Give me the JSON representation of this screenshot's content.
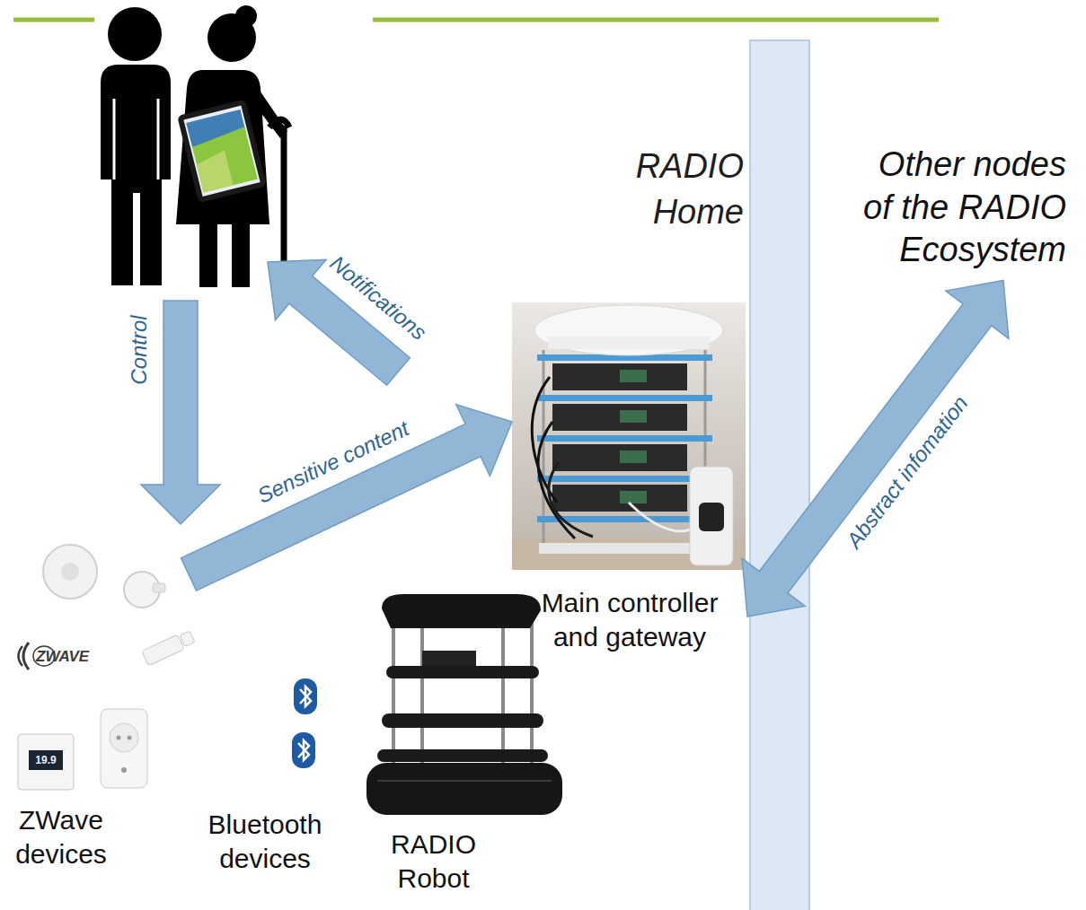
{
  "diagram": {
    "nodes": [
      {
        "text": [
          "Main controller and gateway"
        ]
      },
      {
        "text": [
          "ZWave devices"
        ]
      },
      {
        "text": [
          "Bluetooth devices"
        ]
      },
      {
        "text": [
          "RADIO Robot"
        ]
      },
      {
        "text": [
          "Other nodes of the RADIO Ecosystem"
        ]
      }
    ],
    "edges": [
      {
        "from": 1,
        "to": 0,
        "arrow": "to",
        "label": "Sensitive content"
      },
      {
        "from": 0,
        "to": 4,
        "arrow": "both",
        "label": "Abstract infomation"
      }
    ],
    "labels": [
      "RADIO Home",
      "Control",
      "Notifications",
      "ZWAVE",
      "19.9"
    ]
  }
}
